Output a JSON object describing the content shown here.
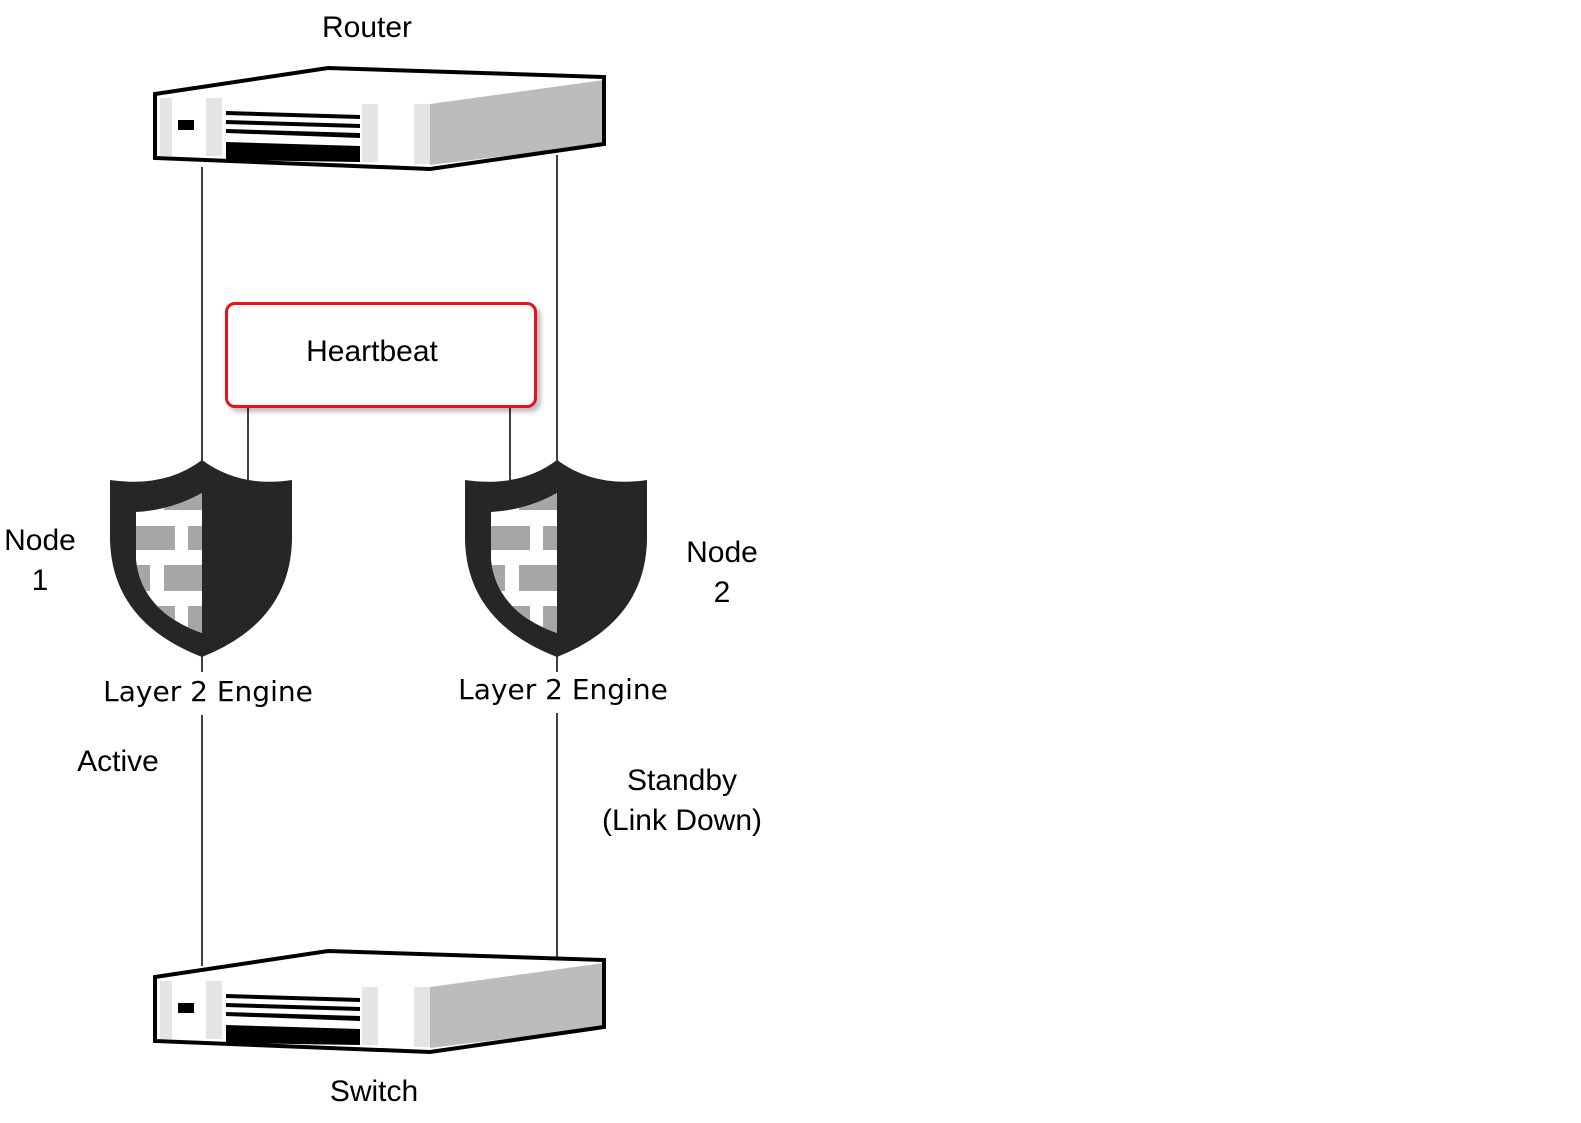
{
  "devices": {
    "router_label": "Router",
    "switch_label": "Switch"
  },
  "heartbeat": {
    "label": "Heartbeat",
    "border_color": "#e8121b"
  },
  "nodes": [
    {
      "name_line1": "Node",
      "name_line2": "1",
      "engine_label": "Layer 2 Engine",
      "status_line1": "Active",
      "status_line2": ""
    },
    {
      "name_line1": "Node",
      "name_line2": "2",
      "engine_label": "Layer 2 Engine",
      "status_line1": "Standby",
      "status_line2": "(Link Down)"
    }
  ],
  "icons": {
    "device": "network-device-icon",
    "firewall": "firewall-shield-icon"
  }
}
